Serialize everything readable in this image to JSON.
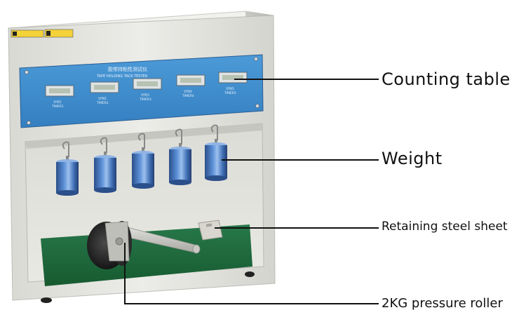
{
  "machine": {
    "panel_title_cn": "胶带持粘性测试仪",
    "panel_title_en": "TAPE HOLDING TACK TESTER",
    "timers": [
      {
        "cn": "计时1",
        "en": "TIMER1"
      },
      {
        "cn": "计时2",
        "en": "TIMER2"
      },
      {
        "cn": "计时3",
        "en": "TIMER3"
      },
      {
        "cn": "计时4",
        "en": "TIMER4"
      },
      {
        "cn": "计时5",
        "en": "TIMER5"
      }
    ]
  },
  "callouts": {
    "counting_table": "Counting table",
    "weight": "Weight",
    "retaining_steel_sheet": "Retaining steel sheet",
    "pressure_roller": "2KG pressure roller"
  },
  "colors": {
    "cabinet": "#e6e6e1",
    "panel_blue": "#3f8fd0",
    "mat_green": "#1f6b3a",
    "weight_blue": "#3a6fb8"
  }
}
